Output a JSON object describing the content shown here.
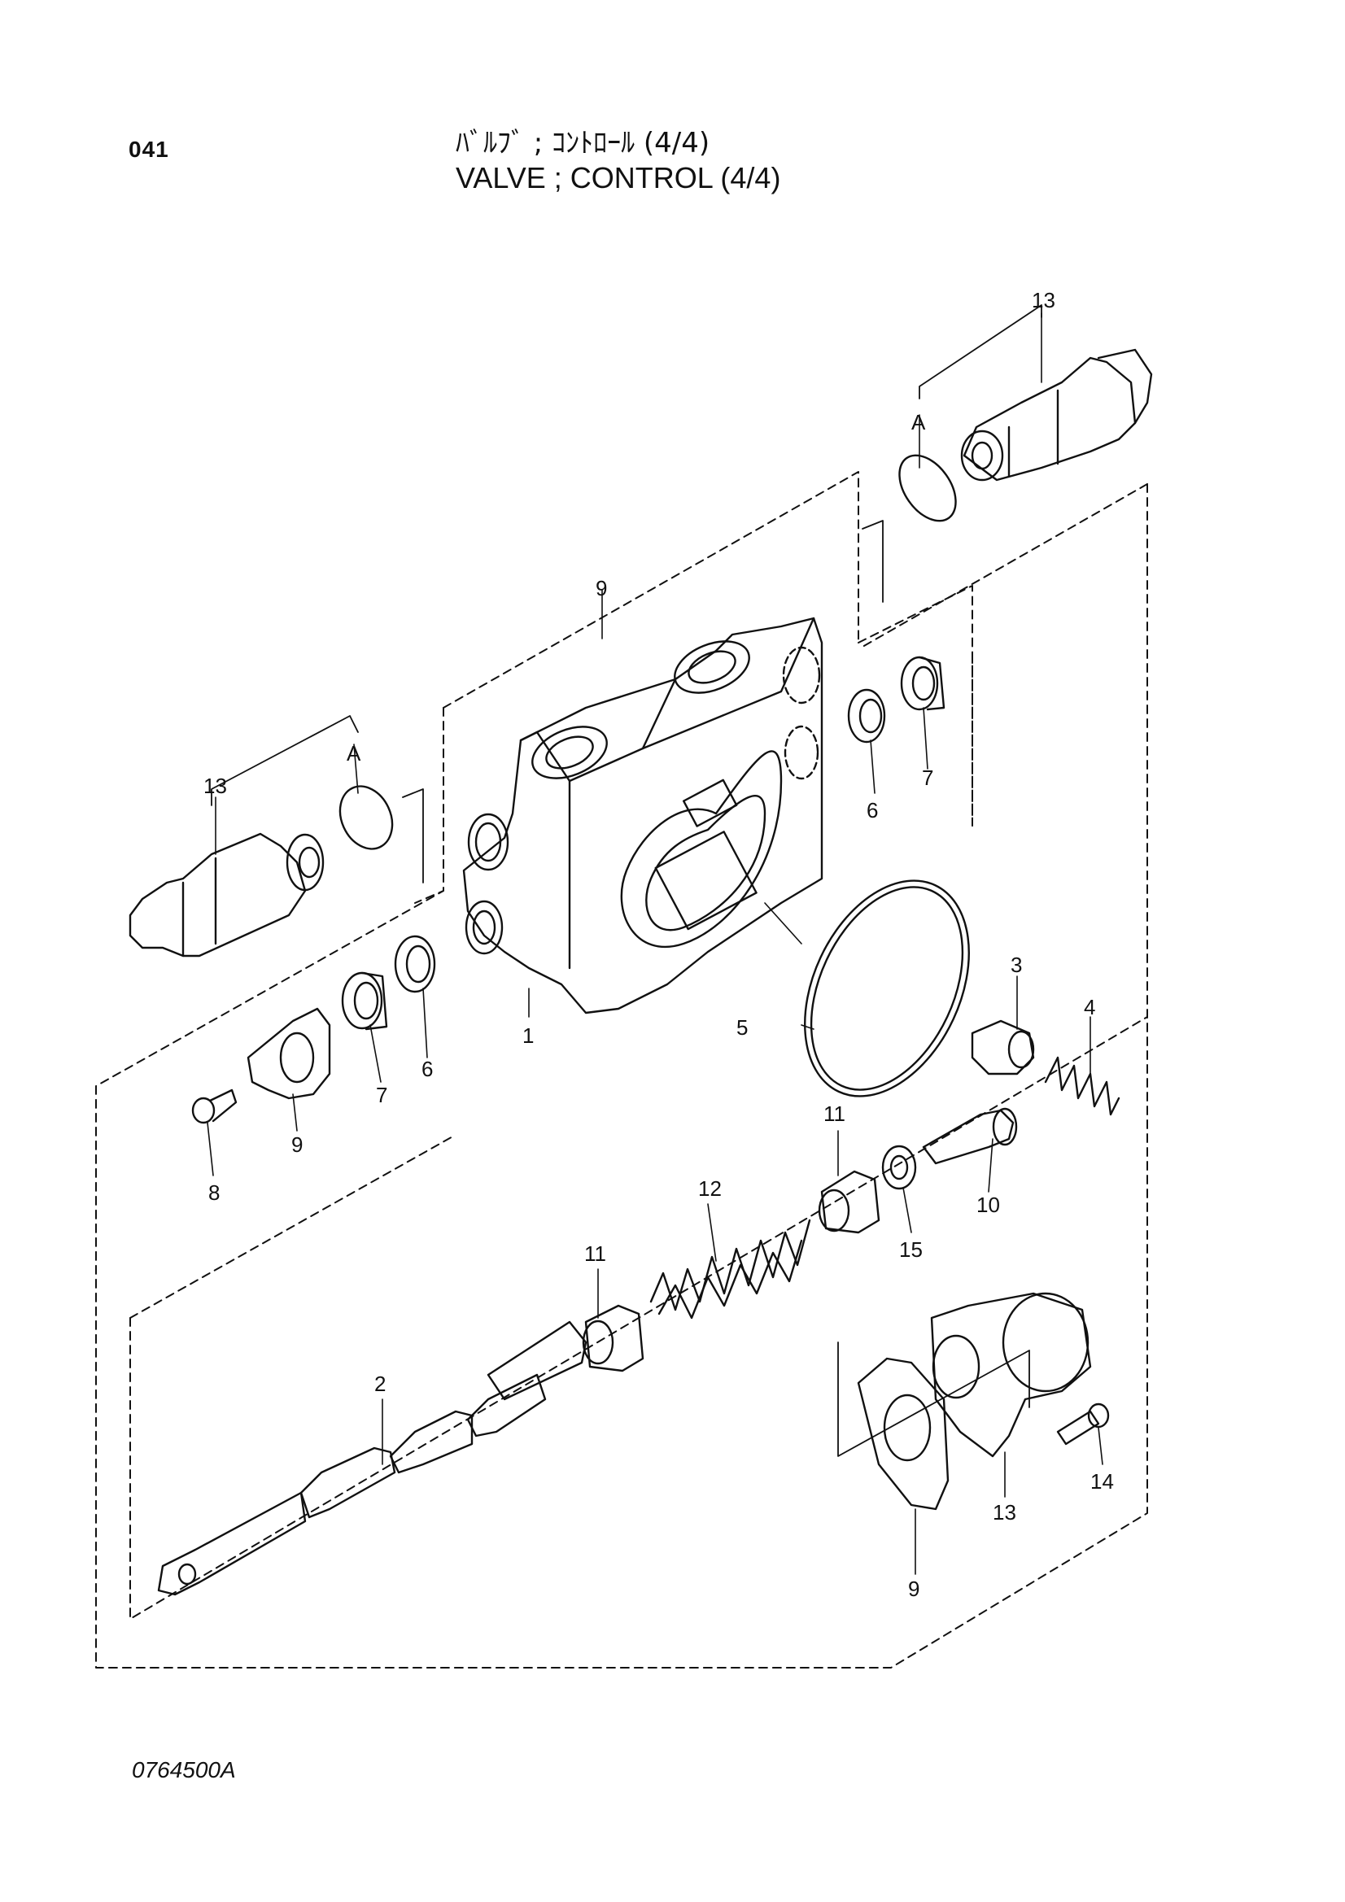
{
  "header": {
    "page_number": "041",
    "title_jp": "ﾊﾞﾙﾌﾞ ; ｺﾝﾄﾛｰﾙ (4/4)",
    "title_en": "VALVE ; CONTROL (4/4)"
  },
  "callouts": {
    "c1": "1",
    "c2": "2",
    "c3": "3",
    "c4": "4",
    "c5": "5",
    "c6a": "6",
    "c6b": "6",
    "c7a": "7",
    "c7b": "7",
    "c8": "8",
    "c9a": "9",
    "c9b": "9",
    "c9c": "9",
    "c10": "10",
    "c11a": "11",
    "c11b": "11",
    "c12": "12",
    "c13a": "13",
    "c13b": "13",
    "c13c": "13",
    "c14": "14",
    "c15": "15",
    "refA1": "A",
    "refA2": "A"
  },
  "footer": {
    "drawing_code": "0764500A"
  }
}
